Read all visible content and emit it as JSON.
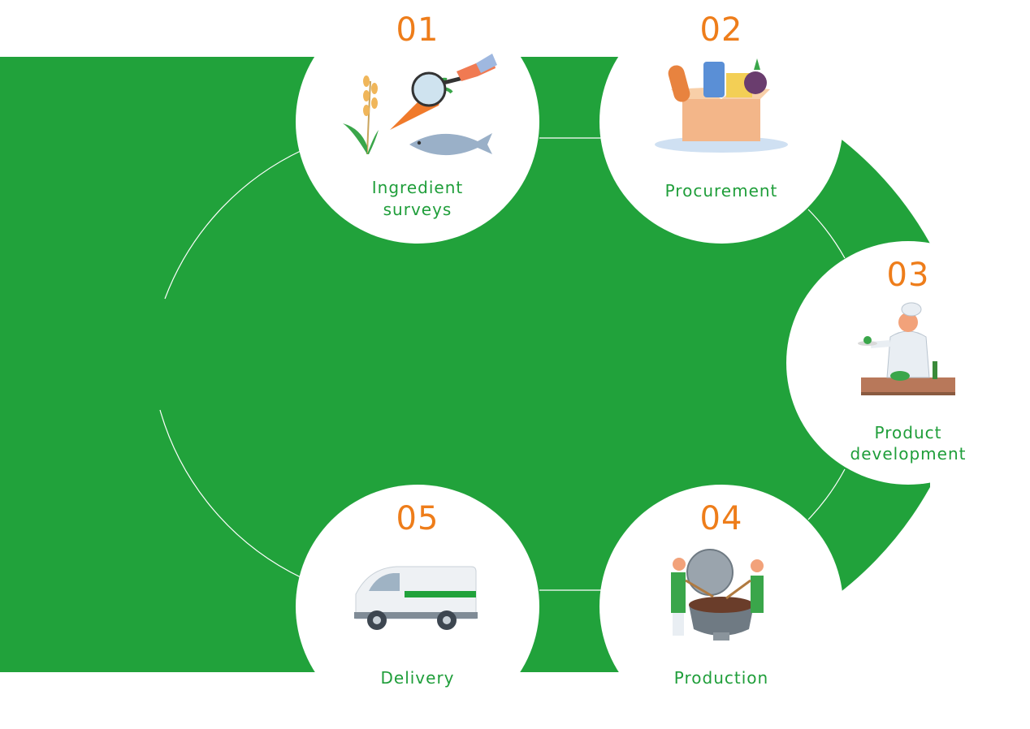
{
  "colors": {
    "green": "#21a23b",
    "orange": "#ee7d1a",
    "label_green": "#1f9e3a",
    "white": "#ffffff"
  },
  "steps": [
    {
      "number": "01",
      "label_lines": [
        "Ingredient",
        "surveys"
      ],
      "icon": "ingredient-survey-icon"
    },
    {
      "number": "02",
      "label_lines": [
        "Procurement"
      ],
      "icon": "grocery-box-icon"
    },
    {
      "number": "03",
      "label_lines": [
        "Product",
        "development"
      ],
      "icon": "chef-icon"
    },
    {
      "number": "04",
      "label_lines": [
        "Production"
      ],
      "icon": "cooking-pot-icon"
    },
    {
      "number": "05",
      "label_lines": [
        "Delivery"
      ],
      "icon": "delivery-van-icon"
    }
  ]
}
